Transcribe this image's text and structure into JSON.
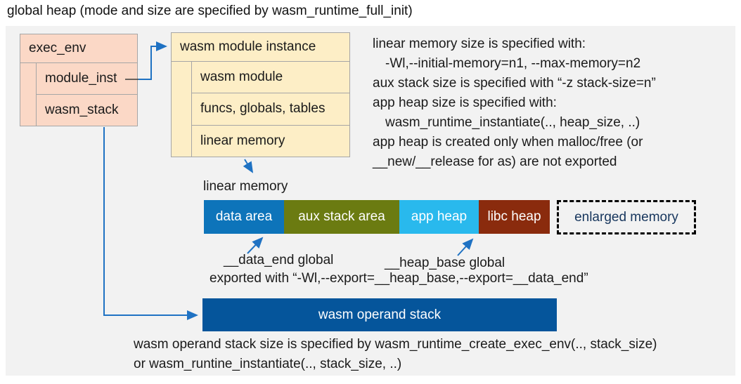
{
  "title": "global heap (mode and size are specified by wasm_runtime_full_init)",
  "exec_env": {
    "header": "exec_env",
    "rows": [
      "module_inst",
      "wasm_stack"
    ]
  },
  "module_instance": {
    "header": "wasm module instance",
    "rows": [
      "wasm module",
      "funcs, globals, tables",
      "linear memory"
    ]
  },
  "notes_right": {
    "lines": [
      "linear memory size is specified with:",
      "-Wl,--initial-memory=n1, --max-memory=n2",
      "aux stack size is specified with “-z stack-size=n”",
      "app heap size is specified with:",
      "wasm_runtime_instantiate(.., heap_size, ..)",
      "app heap is created only when malloc/free (or",
      "__new/__release for as) are not exported"
    ]
  },
  "linear_memory": {
    "label": "linear memory",
    "segments": [
      {
        "label": "data area",
        "color": "#0d74ba"
      },
      {
        "label": "aux stack area",
        "color": "#6b7b11"
      },
      {
        "label": "app heap",
        "color": "#29b9ed"
      },
      {
        "label": "libc heap",
        "color": "#8a2b0d"
      }
    ],
    "enlarged": {
      "label": "enlarged memory",
      "text_color": "#17365d"
    }
  },
  "annotations": {
    "data_end": "__data_end global",
    "heap_base": "__heap_base global",
    "exported": "exported with “-Wl,--export=__heap_base,--export=__data_end”"
  },
  "operand_stack": {
    "label": "wasm operand stack",
    "color": "#05559b"
  },
  "footer": {
    "lines": [
      "wasm operand stack size is specified by wasm_runtime_create_exec_env(.., stack_size)",
      "or wasm_runtine_instantiate(.., stack_size, ..)"
    ]
  },
  "colors": {
    "panel_bg": "#f2f2f2",
    "exec_env_fill": "#fbd8c6",
    "module_instance_fill": "#fdeec6",
    "box_border": "#a6a6a6",
    "arrow_blue": "#1f72c3",
    "enlarged_border": "#000000"
  }
}
